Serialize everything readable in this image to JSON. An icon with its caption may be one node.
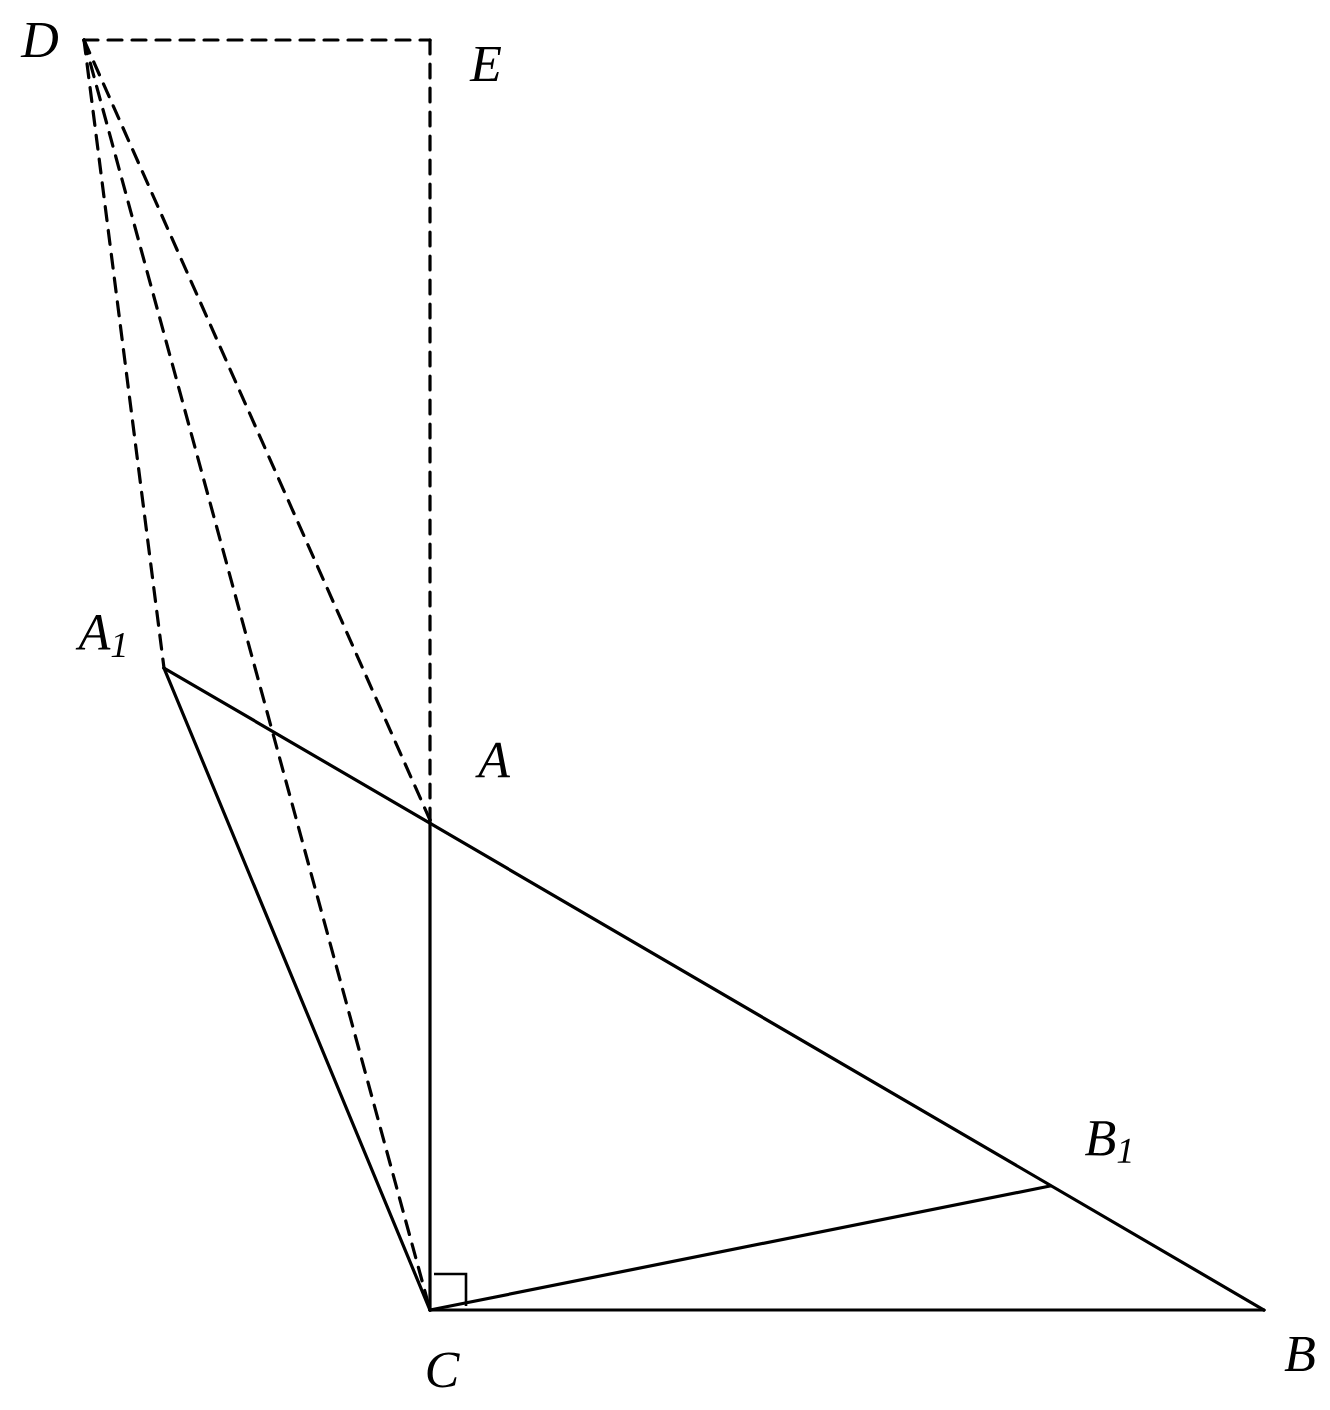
{
  "diagram": {
    "nodes": [
      {
        "text": [
          "D"
        ]
      },
      {
        "text": [
          "E"
        ]
      },
      {
        "text": [
          "A$_{1}$"
        ]
      },
      {
        "text": [
          "A"
        ]
      },
      {
        "text": [
          "B$_{1}$"
        ]
      },
      {
        "text": [
          "C"
        ]
      },
      {
        "text": [
          "B"
        ]
      }
    ],
    "edges": [
      {
        "from": 0,
        "to": 1,
        "arrow": "none",
        "style": "dashed"
      },
      {
        "from": 1,
        "to": 3,
        "arrow": "none",
        "style": "dashed"
      },
      {
        "from": 0,
        "to": 2,
        "arrow": "none",
        "style": "dashed"
      },
      {
        "from": 0,
        "to": 5,
        "arrow": "none",
        "style": "dashed"
      },
      {
        "from": 0,
        "to": 3,
        "arrow": "none",
        "style": "dashed"
      },
      {
        "from": 2,
        "to": 6,
        "arrow": "none"
      },
      {
        "from": 2,
        "to": 5,
        "arrow": "none"
      },
      {
        "from": 3,
        "to": 5,
        "arrow": "none"
      },
      {
        "from": 5,
        "to": 6,
        "arrow": "none"
      },
      {
        "from": 5,
        "to": 4,
        "arrow": "none"
      }
    ]
  }
}
